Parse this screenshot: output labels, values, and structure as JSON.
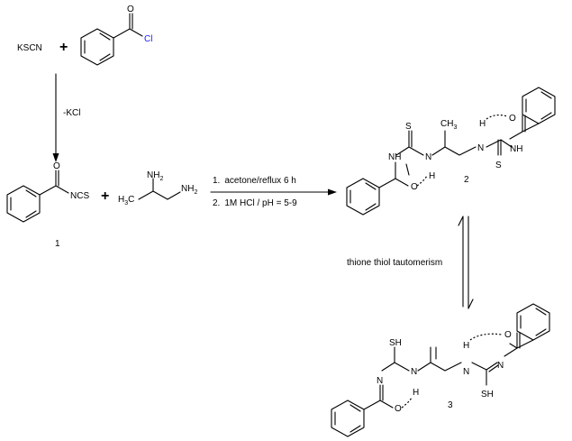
{
  "reagents": {
    "kscn": "KSCN",
    "plus": "+",
    "cl": "Cl",
    "o": "O",
    "byproduct": "-KCl"
  },
  "isothiocyanate": {
    "o": "O",
    "ncs": "NCS",
    "number": "1"
  },
  "diamine": {
    "nh2_a": "NH",
    "nh2_b": "NH",
    "h3c": "H",
    "sub2": "2",
    "sub3": "3",
    "c": "C"
  },
  "conditions": {
    "step1_num": "1.",
    "step1": "acetone/reflux 6 h",
    "step2_num": "2.",
    "step2": "1M HCl / pH = 5-9"
  },
  "thione": {
    "s": "S",
    "ch3": "CH",
    "ch3_sub": "3",
    "nh": "NH",
    "n": "N",
    "h": "H",
    "o": "O",
    "number": "2"
  },
  "equilibrium_label": "thione thiol  tautomerism",
  "thiol": {
    "sh": "SH",
    "n": "N",
    "h": "H",
    "o": "O",
    "number": "3"
  },
  "colors": {
    "chlorine": "#1a1aff"
  }
}
